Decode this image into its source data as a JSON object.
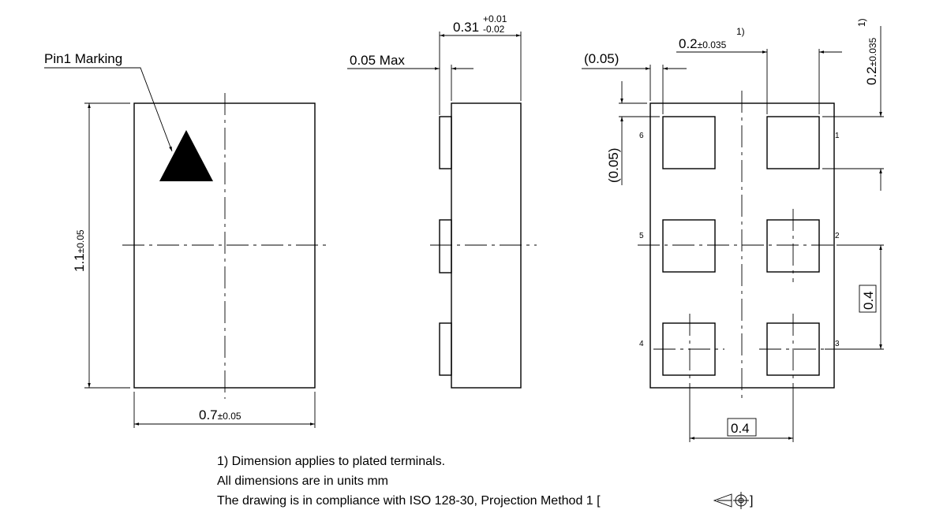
{
  "labels": {
    "pin1_marking": "Pin1 Marking",
    "height_dim": {
      "main": "1.1",
      "tol": "±0.05"
    },
    "width_dim": {
      "main": "0.7",
      "tol": "±0.05"
    },
    "thickness_dim": {
      "main": "0.31",
      "tol_plus": "+0.01",
      "tol_minus": "-0.02"
    },
    "standoff_dim": "0.05 Max",
    "pad_offset_x": "(0.05)",
    "pad_offset_y": "(0.05)",
    "pad_width_dim": {
      "main": "0.2",
      "tol": "±0.035",
      "note": "1)"
    },
    "pad_height_dim": {
      "main": "0.2",
      "tol": "±0.035",
      "note": "1)"
    },
    "pitch_vertical": "0.4",
    "pitch_horizontal": "0.4"
  },
  "pins": [
    "1",
    "2",
    "3",
    "4",
    "5",
    "6"
  ],
  "notes": [
    "1) Dimension applies to plated terminals.",
    "All dimensions are in units mm",
    "The drawing is in compliance with ISO 128-30, Projection Method 1 ["
  ],
  "notes_end": "]"
}
